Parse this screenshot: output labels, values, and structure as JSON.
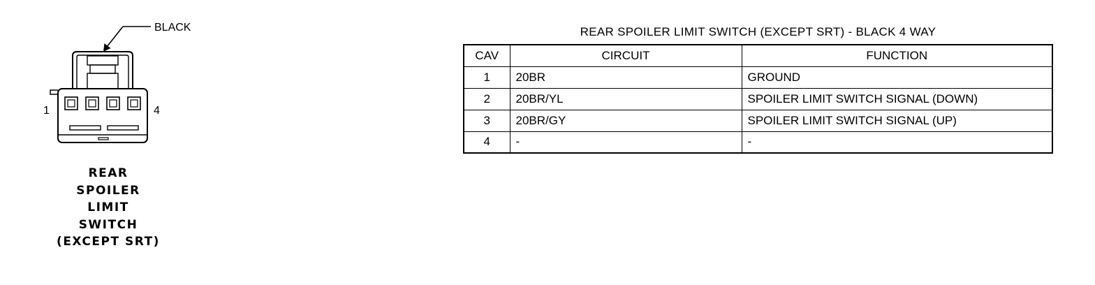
{
  "connector": {
    "color_callout": "BLACK",
    "pin_first_label": "1",
    "pin_last_label": "4",
    "cavity_count": 4,
    "caption_lines": [
      "REAR",
      "SPOILER",
      "LIMIT",
      "SWITCH",
      "(EXCEPT SRT)"
    ]
  },
  "table": {
    "title": "REAR SPOILER LIMIT SWITCH (EXCEPT SRT) - BLACK 4 WAY",
    "headers": {
      "cav": "CAV",
      "circuit": "CIRCUIT",
      "function": "FUNCTION"
    },
    "rows": [
      {
        "cav": "1",
        "circuit": "20BR",
        "function": "GROUND"
      },
      {
        "cav": "2",
        "circuit": "20BR/YL",
        "function": "SPOILER LIMIT SWITCH SIGNAL (DOWN)"
      },
      {
        "cav": "3",
        "circuit": "20BR/GY",
        "function": "SPOILER LIMIT SWITCH SIGNAL (UP)"
      },
      {
        "cav": "4",
        "circuit": "-",
        "function": "-"
      }
    ]
  }
}
